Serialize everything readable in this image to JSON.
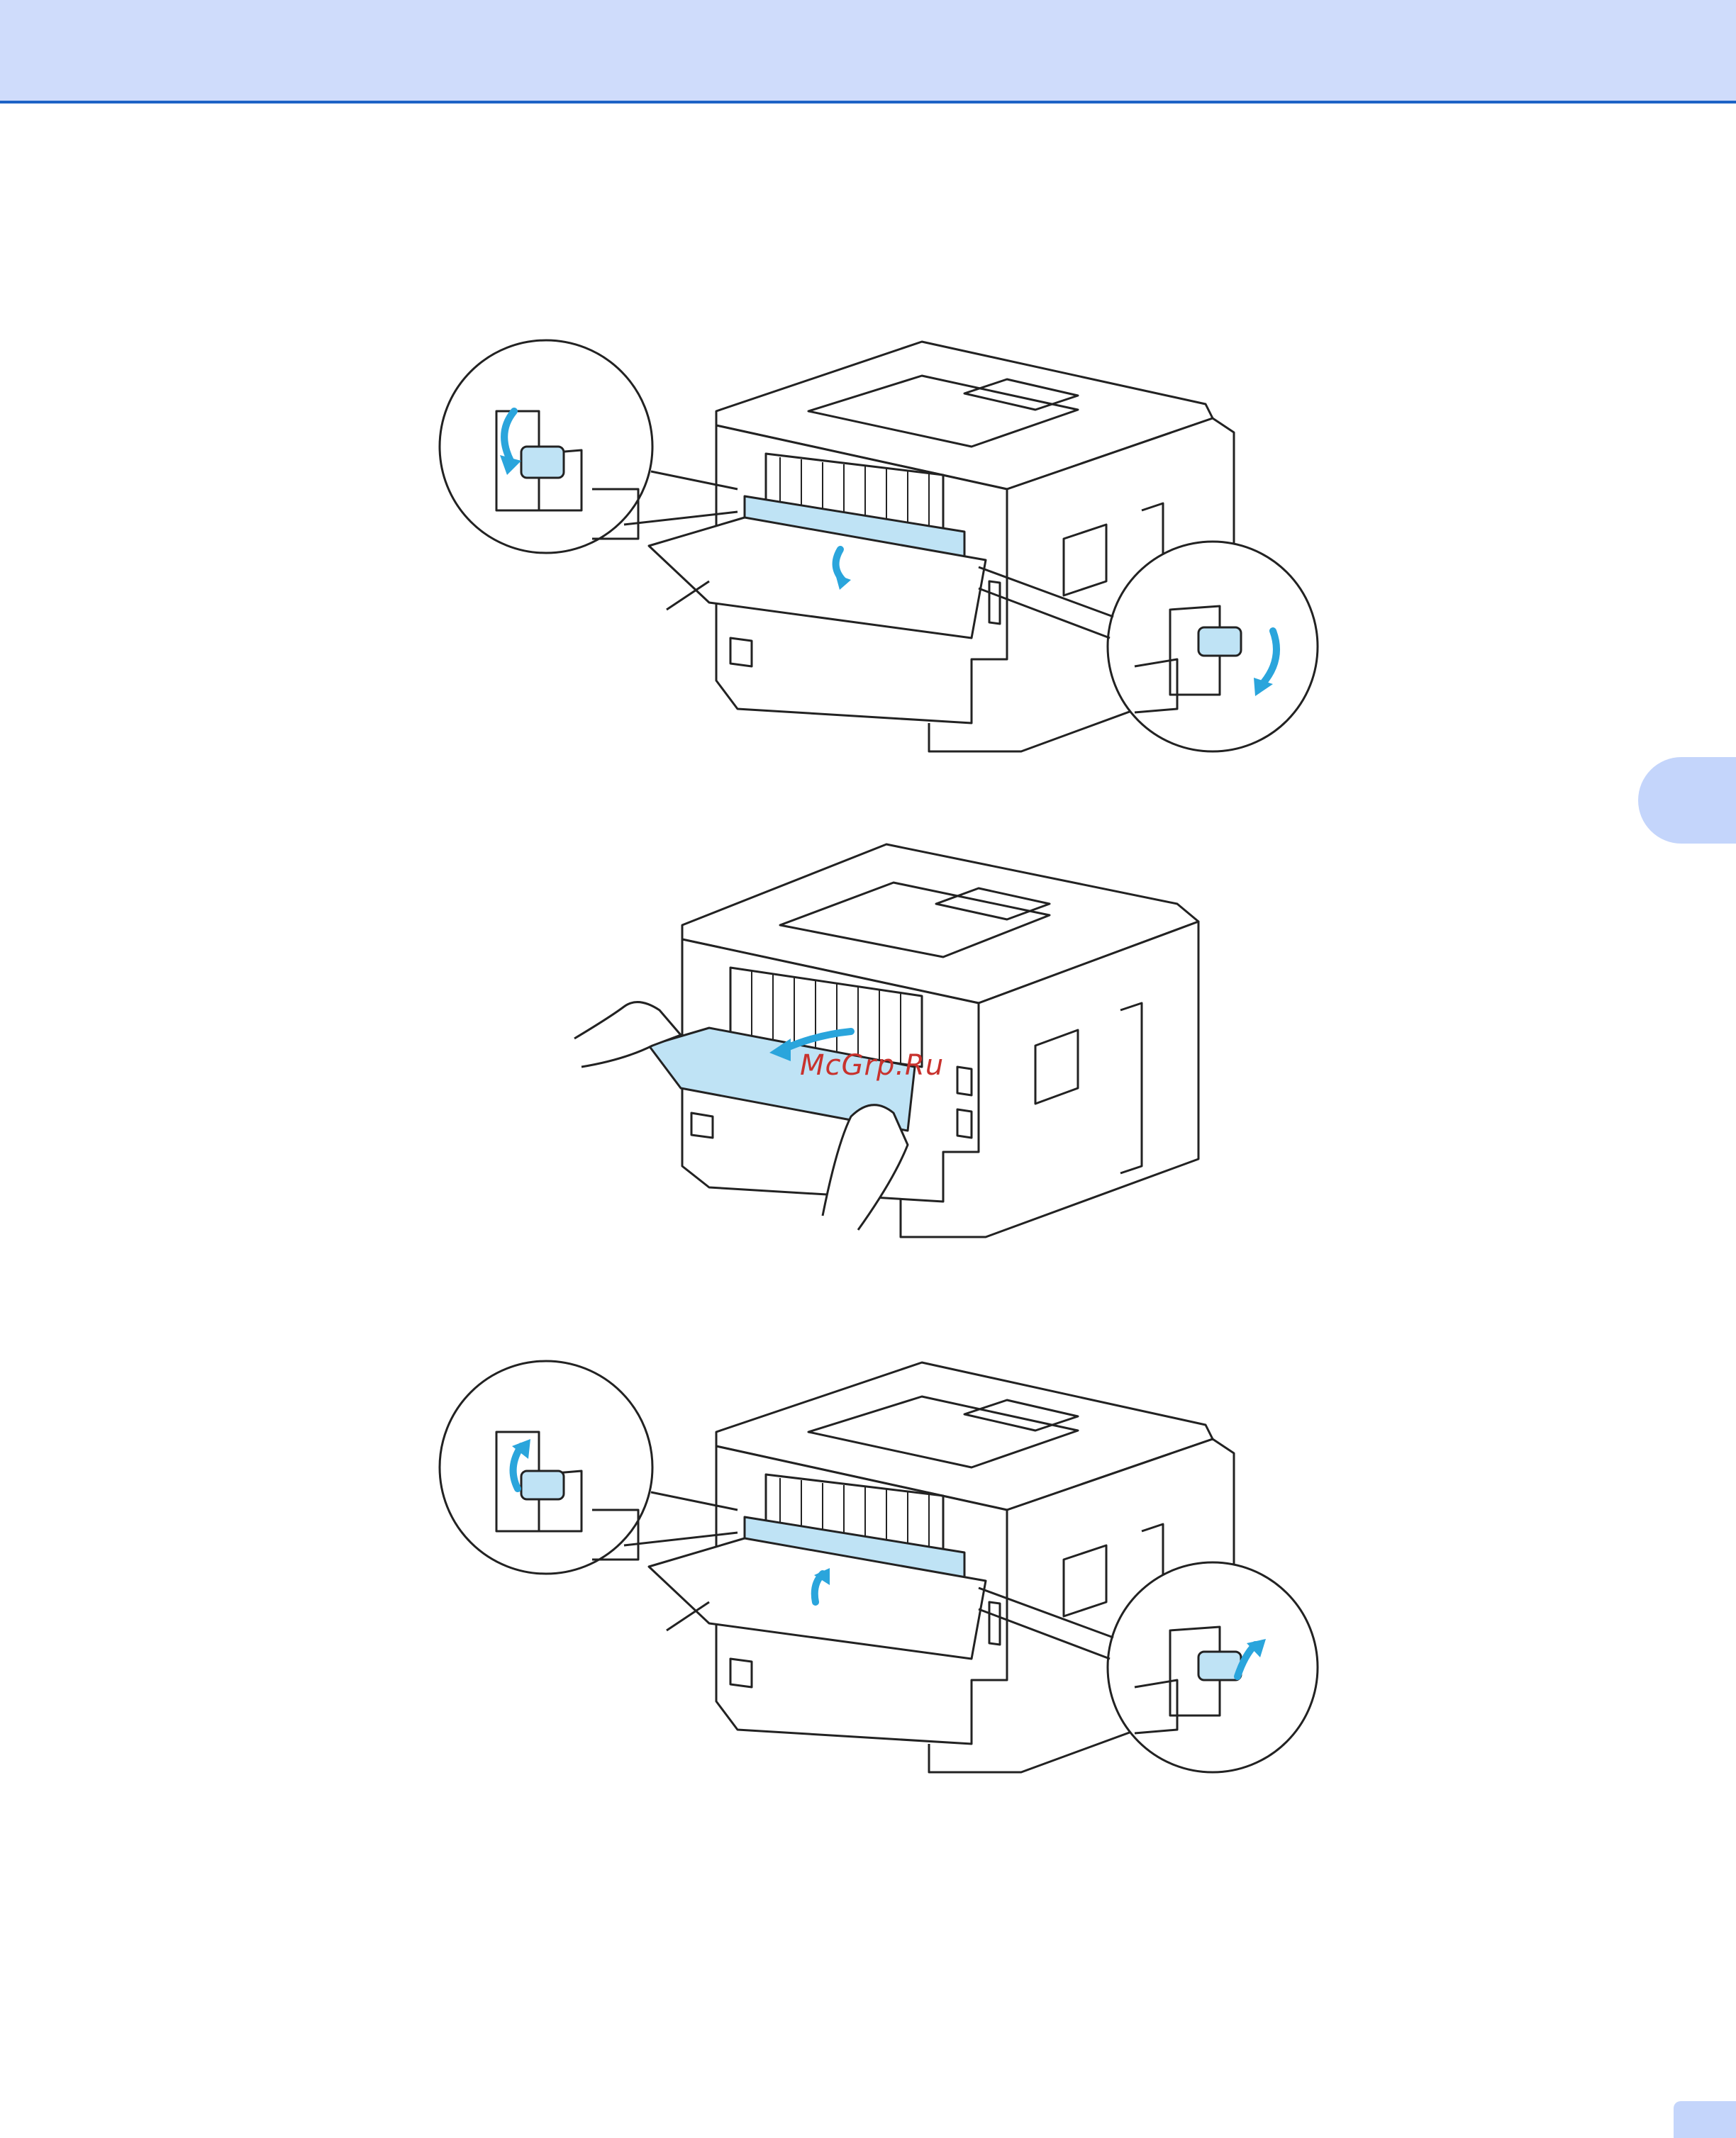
{
  "page": {
    "header_color": "#cfdcfb",
    "header_rule_color": "#1d63c6",
    "tab_color": "#c4d5fb",
    "accent_blue": "#2aa5dc",
    "highlight_blue": "#bfe3f5"
  },
  "figures": [
    {
      "name": "release-levers-down",
      "icon": "printer-back-levers-down-illustration"
    },
    {
      "name": "pull-jammed-paper",
      "icon": "printer-back-remove-paper-illustration"
    },
    {
      "name": "release-levers-up",
      "icon": "printer-back-levers-up-illustration"
    }
  ],
  "watermark": {
    "text": "McGrp.Ru"
  }
}
